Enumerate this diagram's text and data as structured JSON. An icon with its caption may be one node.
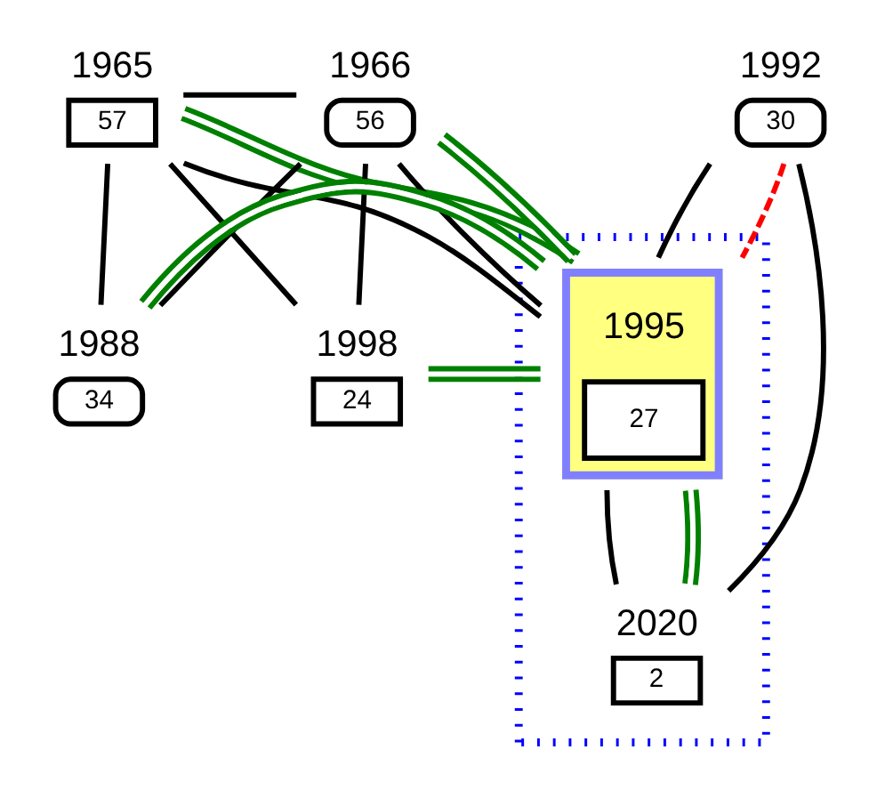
{
  "diagram": {
    "nodes": [
      {
        "text": [
          "1965",
          "57"
        ]
      },
      {
        "text": [
          "1966",
          "56"
        ]
      },
      {
        "text": [
          "1988",
          "34"
        ]
      },
      {
        "text": [
          "1998",
          "24"
        ]
      },
      {
        "text": [
          "1992",
          "30"
        ]
      },
      {
        "text": [],
        "shape": "box"
      },
      {
        "text": [
          "1995",
          "27"
        ],
        "in": 5
      },
      {
        "text": [
          "2020",
          "2"
        ],
        "in": 5
      }
    ],
    "edges": [
      {
        "from": 0,
        "to": 1,
        "arrow": "none"
      },
      {
        "from": 0,
        "to": 2,
        "arrow": "none"
      },
      {
        "from": 1,
        "to": 2,
        "arrow": "none"
      },
      {
        "from": 0,
        "to": 6,
        "arrow": "none"
      },
      {
        "from": 1,
        "to": 6,
        "arrow": "none"
      },
      {
        "from": 0,
        "to": 3,
        "arrow": "none"
      },
      {
        "from": 1,
        "to": 3,
        "arrow": "none"
      },
      {
        "from": 4,
        "to": 6,
        "arrow": "none"
      },
      {
        "from": 4,
        "to": 7,
        "arrow": "none"
      },
      {
        "from": 6,
        "to": 7,
        "arrow": "none"
      },
      {
        "from": 0,
        "to": 6,
        "arrow": "none",
        "color": "#008000"
      },
      {
        "from": 1,
        "to": 6,
        "arrow": "none",
        "color": "#008000"
      },
      {
        "from": 2,
        "to": 6,
        "arrow": "none",
        "color": "#008000"
      },
      {
        "from": 3,
        "to": 6,
        "arrow": "none",
        "color": "#008000"
      },
      {
        "from": 6,
        "to": 7,
        "arrow": "none",
        "color": "#008000"
      },
      {
        "from": 4,
        "to": 6,
        "arrow": "none",
        "style": "dashed",
        "color": "#ff0000"
      }
    ]
  }
}
